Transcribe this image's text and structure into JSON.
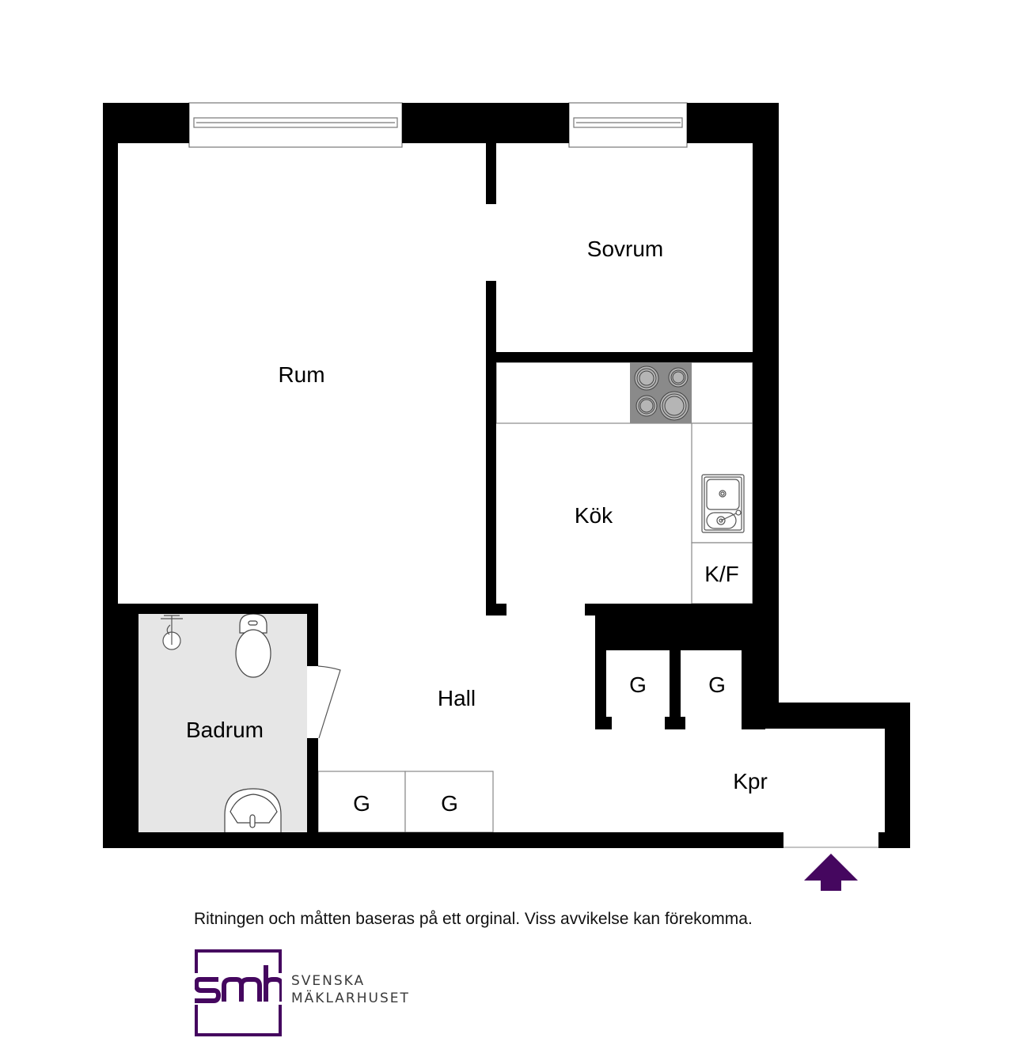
{
  "floorplan": {
    "rooms": [
      {
        "id": "rum",
        "label": "Rum"
      },
      {
        "id": "sovrum",
        "label": "Sovrum"
      },
      {
        "id": "kok",
        "label": "Kök"
      },
      {
        "id": "badrum",
        "label": "Badrum"
      },
      {
        "id": "hall",
        "label": "Hall"
      },
      {
        "id": "kpr",
        "label": "Kpr"
      }
    ],
    "fixtures": {
      "fridge_freezer": "K/F",
      "closets": [
        "G",
        "G",
        "G",
        "G"
      ]
    },
    "icons": {
      "entrance": "entrance-arrow-icon",
      "stove": "stove-icon",
      "sink": "kitchen-sink-icon",
      "toilet": "toilet-icon",
      "washbasin": "washbasin-icon",
      "shower": "shower-icon"
    },
    "colors": {
      "wall": "#000000",
      "bathroom_floor": "#e6e6e6",
      "stove": "#8a8a8a",
      "accent": "#45075f"
    }
  },
  "footer": {
    "disclaimer": "Ritningen och måtten baseras på ett orginal. Viss avvikelse kan förekomma.",
    "logo": {
      "mark": "smh",
      "line1": "SVENSKA",
      "line2": "MÄKLARHUSET"
    }
  }
}
